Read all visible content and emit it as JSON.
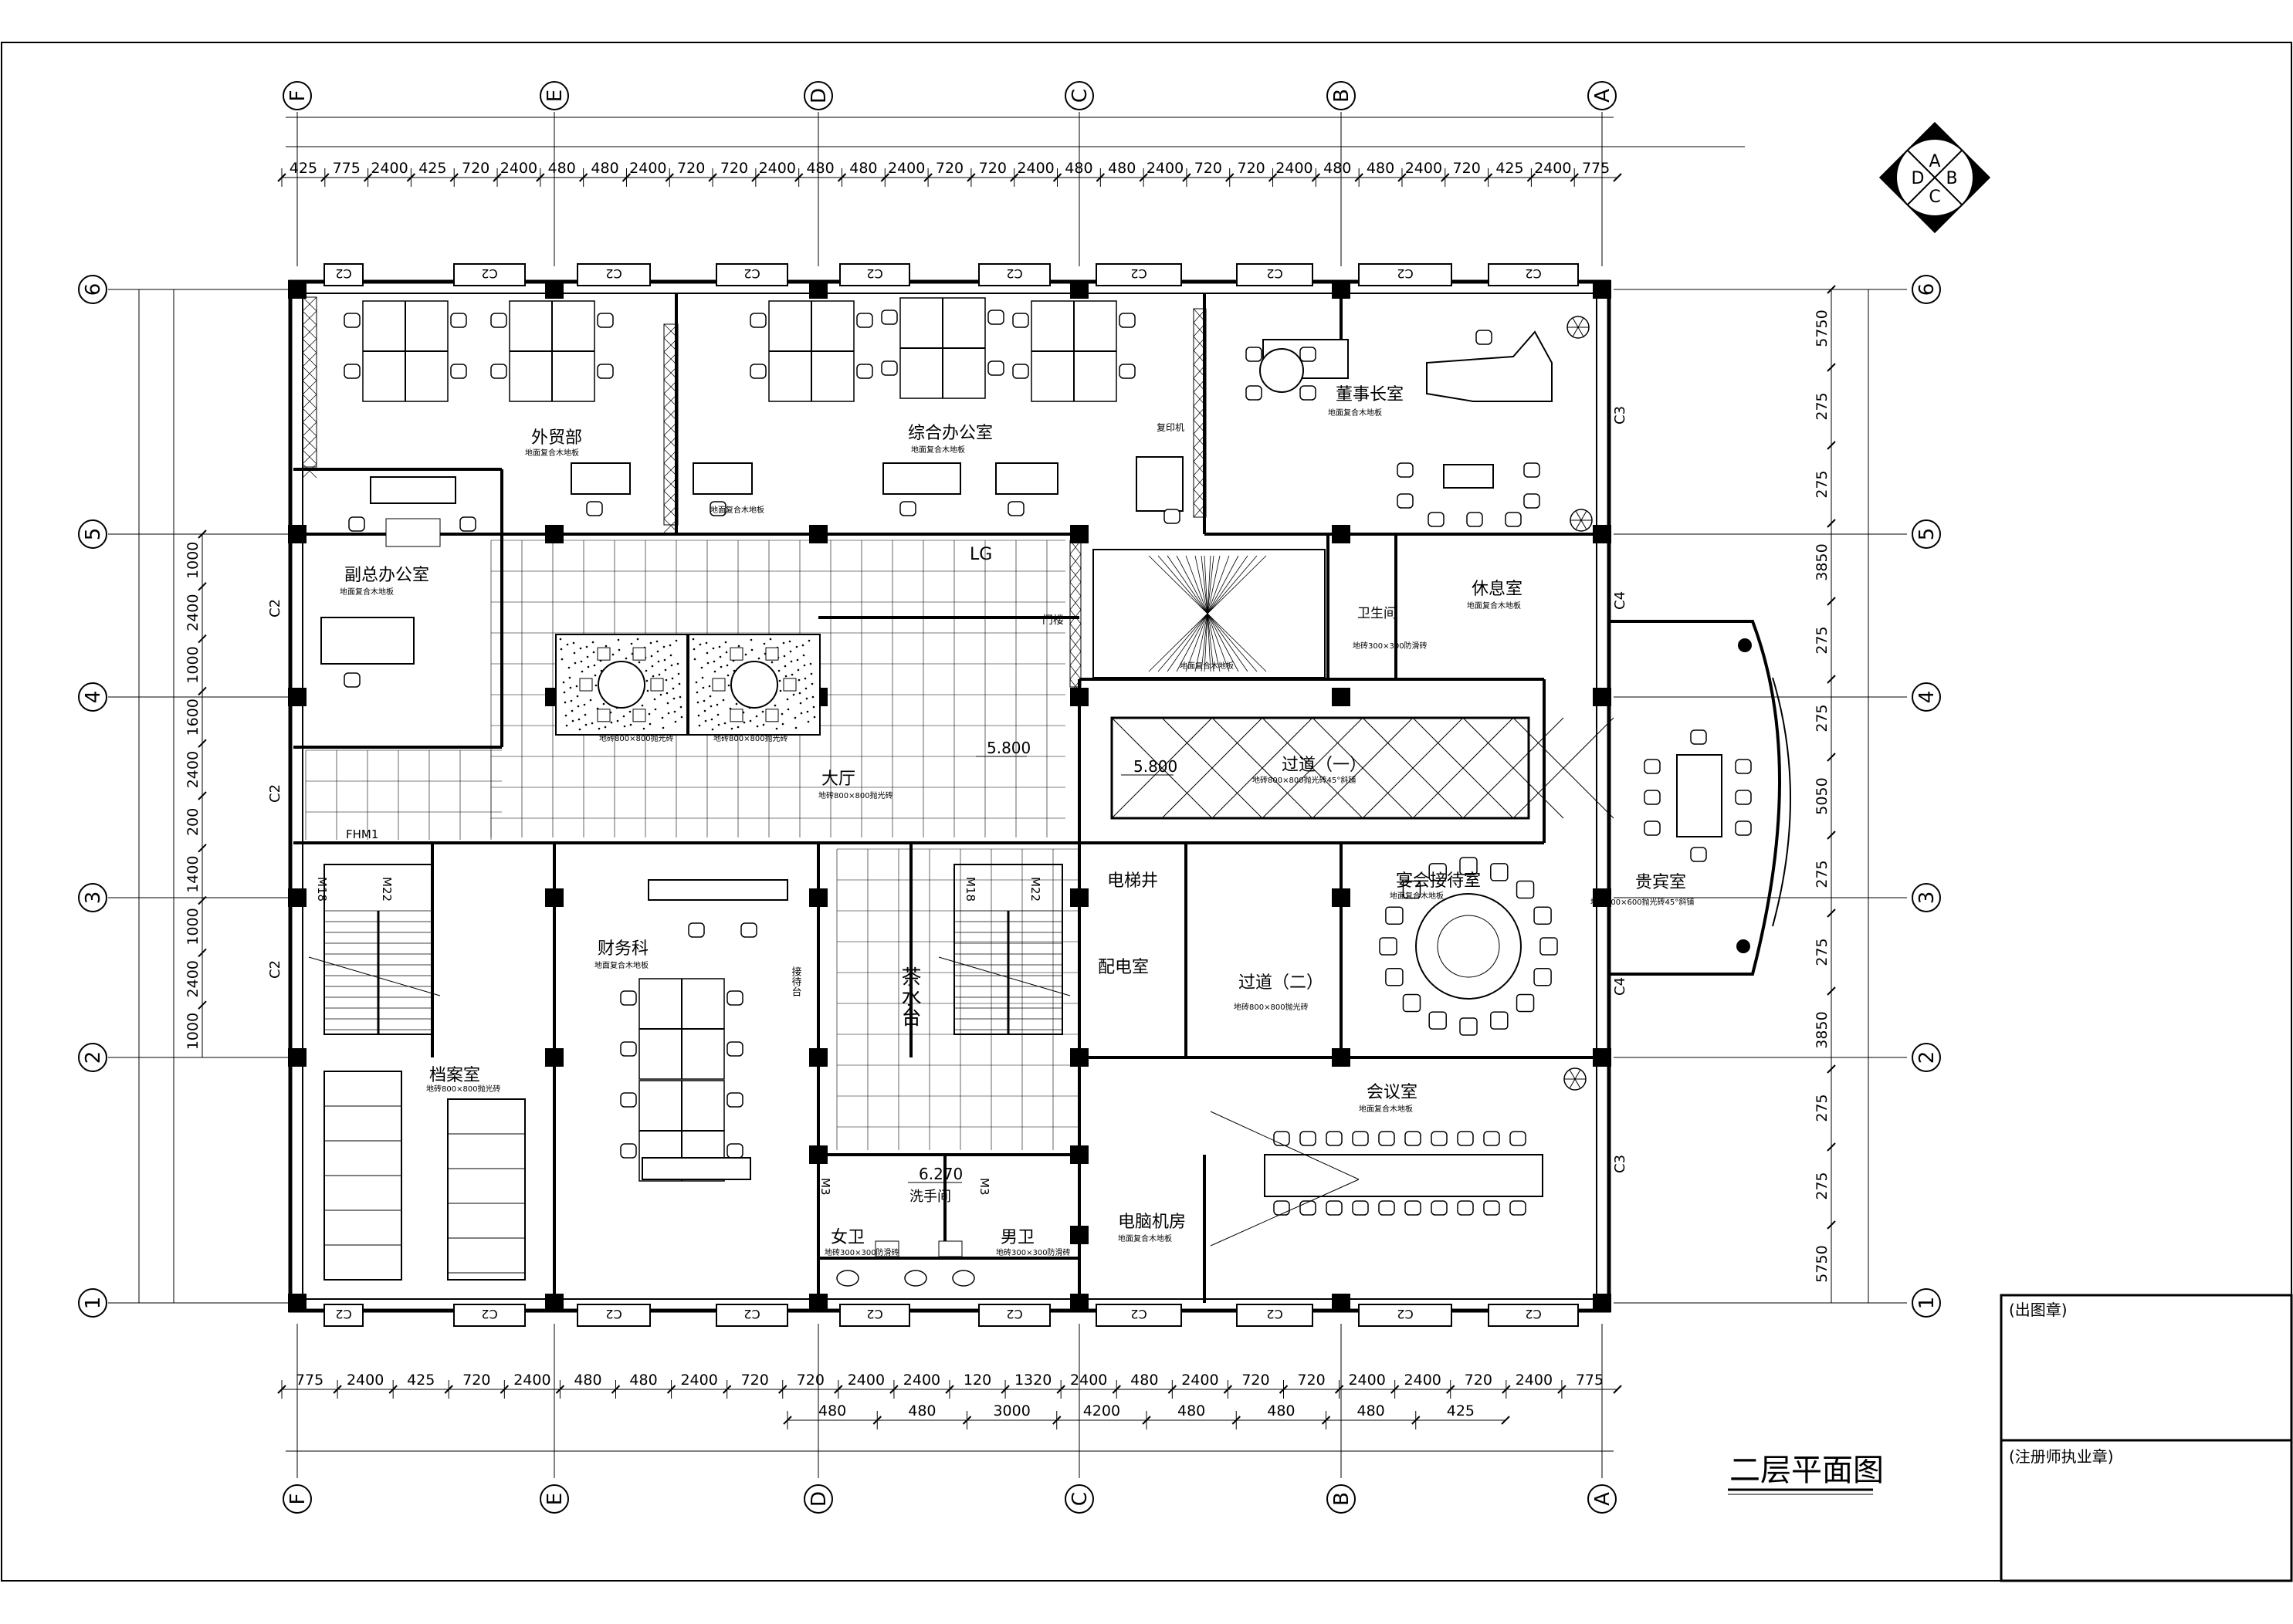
{
  "drawing_title": "二层平面图",
  "stamps": {
    "drawing_stamp": "(出图章)",
    "architect_stamp": "(注册师执业章)"
  },
  "compass": {
    "north": "A",
    "east": "B",
    "south": "C",
    "west": "D"
  },
  "axes": {
    "letters": [
      "F",
      "E",
      "D",
      "C",
      "B",
      "A"
    ],
    "numbers": [
      "6",
      "5",
      "4",
      "3",
      "2",
      "1"
    ]
  },
  "dimensions": {
    "top": [
      "425",
      "775",
      "2400",
      "425",
      "720",
      "2400",
      "480",
      "480",
      "2400",
      "720",
      "720",
      "2400",
      "480",
      "480",
      "2400",
      "720",
      "720",
      "2400",
      "480",
      "480",
      "2400",
      "720",
      "720",
      "2400",
      "480",
      "480",
      "2400",
      "720",
      "425",
      "2400",
      "775"
    ],
    "bottom": [
      "775",
      "2400",
      "425",
      "720",
      "2400",
      "480",
      "480",
      "2400",
      "720",
      "720",
      "2400",
      "2400",
      "120",
      "1320",
      "2400",
      "480",
      "2400",
      "720",
      "720",
      "2400",
      "2400",
      "720",
      "2400",
      "775"
    ],
    "bottom_row2": [
      "480",
      "480",
      "3000",
      "4200",
      "480",
      "480",
      "480",
      "425"
    ],
    "left": [
      "1000",
      "2400",
      "1000",
      "1600",
      "2400",
      "200",
      "1400",
      "1000",
      "2400",
      "1000"
    ],
    "right": [
      "5750",
      "275",
      "275",
      "3850",
      "275",
      "275",
      "5050",
      "275",
      "275",
      "3850",
      "275",
      "275",
      "5750"
    ]
  },
  "window_tags": {
    "c2": "C2",
    "c3": "C3",
    "c4": "C4"
  },
  "rooms": {
    "foreign_affairs": "外贸部",
    "general_office": "综合办公室",
    "chairman": "董事长室",
    "deputy_gm": "副总办公室",
    "lounge": "休息室",
    "bathroom": "卫生间",
    "lobby": "大厅",
    "corridor1": "过道（一）",
    "corridor2": "过道（二）",
    "banquet": "宴会接待室",
    "vip": "贵宾室",
    "finance": "财务科",
    "archive": "档案室",
    "tea": "茶水台",
    "elevator": "电梯井",
    "electrical": "配电室",
    "wash": "洗手间",
    "women": "女卫",
    "men": "男卫",
    "server": "电脑机房",
    "meeting": "会议室",
    "logo": "LG",
    "door": "门楼",
    "fhm": "FHM1",
    "reception": "接待台",
    "print": "复印机"
  },
  "floor_notes": {
    "lobby": "地砖800×800抛光砖",
    "stone1": "地砖800×800抛光砖",
    "stone2": "地砖800×800抛光砖",
    "corridor1": "地砖800×800抛光砖45°斜铺",
    "corridor2": "地砖800×800抛光砖",
    "vip": "地砖600×600抛光砖45°斜铺",
    "archive": "地砖800×800抛光砖",
    "bath": "地砖300×300防滑砖",
    "women": "地砖300×300防滑砖",
    "men": "地砖300×300防滑砖",
    "generic": "地面复合木地板"
  },
  "levels": {
    "lobby": "5.800",
    "corridor": "5.800",
    "wash": "6.270"
  },
  "tags": {
    "m3": "M3",
    "m18": "M18",
    "m22": "M22"
  }
}
